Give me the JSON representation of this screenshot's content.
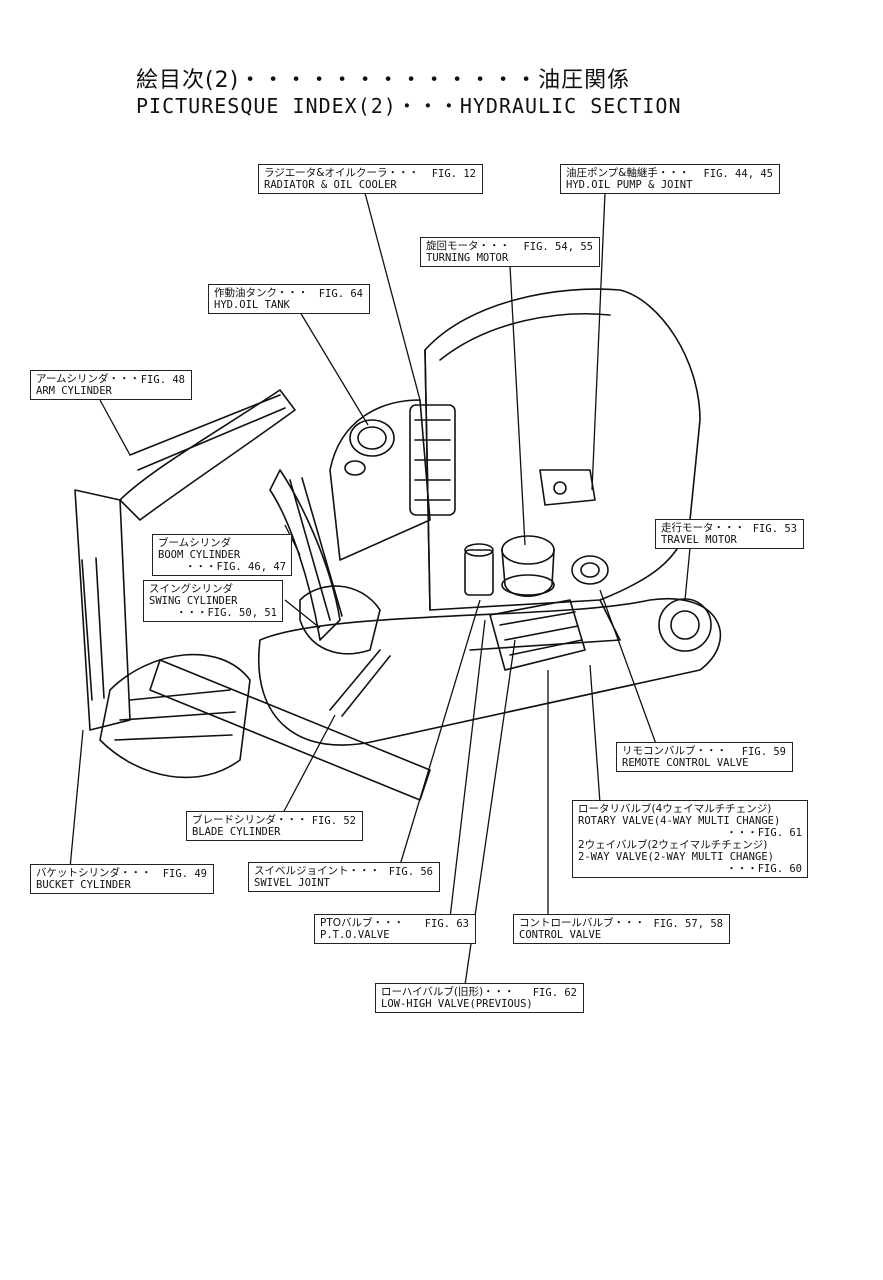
{
  "title": {
    "jp": "絵目次(2)・・・・・・・・・・・・・油圧関係",
    "en": "PICTURESQUE INDEX(2)・・・HYDRAULIC SECTION"
  },
  "labels": {
    "radiator": {
      "jp": "ラジエータ&オイルクーラ・・・",
      "ref": "FIG. 12",
      "en": "RADIATOR & OIL COOLER"
    },
    "pump": {
      "jp": "油圧ポンプ&軸継手・・・",
      "ref": "FIG. 44, 45",
      "en": "HYD.OIL PUMP & JOINT"
    },
    "turning": {
      "jp": "旋回モータ・・・",
      "ref": "FIG. 54, 55",
      "en": "TURNING MOTOR"
    },
    "tank": {
      "jp": "作動油タンク・・・",
      "ref": "FIG. 64",
      "en": "HYD.OIL TANK"
    },
    "arm": {
      "jp": "アームシリンダ・・・",
      "ref": "FIG. 48",
      "en": "ARM CYLINDER"
    },
    "boom": {
      "jp": "ブームシリンダ",
      "en": "BOOM CYLINDER",
      "ref": "・・・FIG. 46, 47"
    },
    "swing": {
      "jp": "スイングシリンダ",
      "en": "SWING CYLINDER",
      "ref": "・・・FIG. 50, 51"
    },
    "travel": {
      "jp": "走行モータ・・・",
      "ref": "FIG. 53",
      "en": "TRAVEL MOTOR"
    },
    "remote": {
      "jp": "リモコンバルブ・・・",
      "ref": "FIG. 59",
      "en": "REMOTE CONTROL VALVE"
    },
    "rotary": {
      "jp1": "ロータリバルブ(4ウェイマルチチェンジ)",
      "en1": "ROTARY VALVE(4-WAY MULTI CHANGE)",
      "ref1": "・・・FIG. 61",
      "jp2": "2ウェイバルブ(2ウェイマルチチェンジ)",
      "en2": "2-WAY VALVE(2-WAY MULTI CHANGE)",
      "ref2": "・・・FIG. 60"
    },
    "blade": {
      "jp": "ブレードシリンダ・・・",
      "ref": "FIG. 52",
      "en": "BLADE CYLINDER"
    },
    "bucket": {
      "jp": "バケットシリンダ・・・",
      "ref": "FIG. 49",
      "en": "BUCKET CYLINDER"
    },
    "swivel": {
      "jp": "スイベルジョイント・・・",
      "ref": "FIG. 56",
      "en": "SWIVEL JOINT"
    },
    "pto": {
      "jp": "PTOバルブ・・・",
      "ref": "FIG. 63",
      "en": "P.T.O.VALVE"
    },
    "control": {
      "jp": "コントロールバルブ・・・",
      "ref": "FIG. 57, 58",
      "en": "CONTROL VALVE"
    },
    "lowhigh": {
      "jp": "ローハイバルブ(旧形)・・・",
      "ref": "FIG. 62",
      "en": "LOW-HIGH VALVE(PREVIOUS)"
    }
  }
}
